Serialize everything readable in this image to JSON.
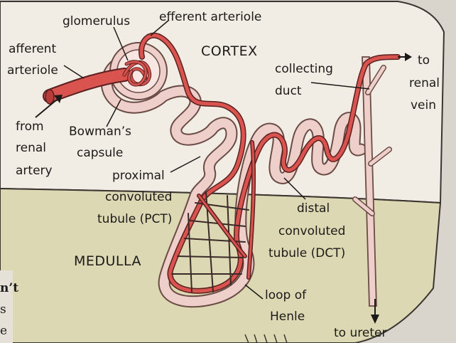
{
  "diagram": {
    "regions": {
      "cortex": "CORTEX",
      "medulla": "MEDULLA"
    },
    "labels": {
      "glomerulus": "glomerulus",
      "efferent_arteriole": "efferent arteriole",
      "afferent_line1": "afferent",
      "afferent_line2": "arteriole",
      "from_line1": "from",
      "from_line2": "renal",
      "from_line3": "artery",
      "bowmans_line1": "Bowman’s",
      "bowmans_line2": "capsule",
      "pct_line1": "proximal",
      "pct_line2": "convoluted",
      "pct_line3": "tubule (PCT)",
      "collecting_line1": "collecting",
      "collecting_line2": "duct",
      "to_vein_line1": "to",
      "to_vein_line2": "renal",
      "to_vein_line3": "vein",
      "dct_line1": "distal",
      "dct_line2": "convoluted",
      "dct_line3": "tubule (DCT)",
      "loop_line1": "loop of",
      "loop_line2": "Henle",
      "to_ureter": "to ureter"
    },
    "edge_text": {
      "left_1": "n’t",
      "left_2": "s",
      "left_3": "e"
    },
    "colors": {
      "vessel": "#d9534f",
      "vessel_outline": "#5a2020",
      "tubule": "#efcfc9",
      "tubule_outline": "#6a4b45",
      "cortex_bg": "#f2ede4",
      "medulla_bg": "#ddd8b4",
      "page_bg": "#d9d5cc"
    }
  }
}
